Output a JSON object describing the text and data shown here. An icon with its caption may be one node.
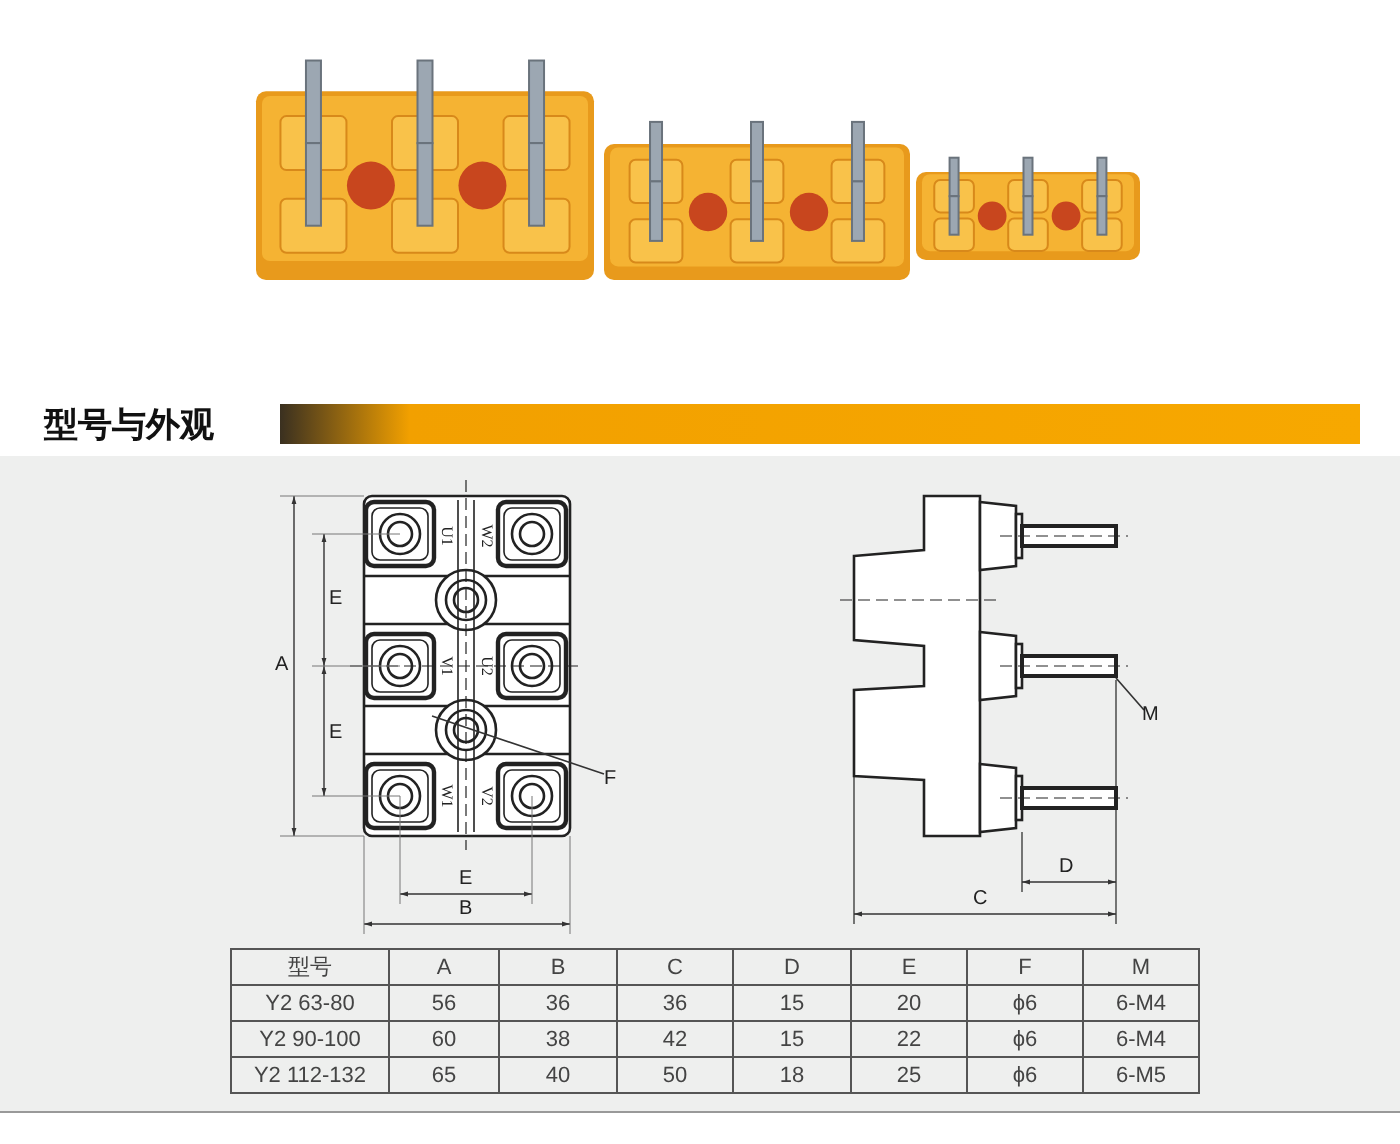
{
  "diagram": {
    "title": "型号与外观",
    "nodes": [
      {
        "text": [
          "F"
        ]
      },
      {
        "text": [
          "M"
        ]
      },
      {
        "text": [],
        "shape": "bar"
      }
    ],
    "edges": [
      {
        "from": 0,
        "to": null,
        "arrow": "none"
      },
      {
        "from": 1,
        "to": null,
        "arrow": "none"
      }
    ],
    "labels": [
      "U1",
      "W2",
      "V1",
      "U2",
      "W1",
      "V2",
      "A",
      "E",
      "E",
      "E",
      "B",
      "D",
      "C",
      "型号",
      "A",
      "B",
      "C",
      "D",
      "E",
      "F",
      "M",
      "Y2 63-80",
      "56",
      "36",
      "36",
      "15",
      "20",
      "ϕ6",
      "6-M4",
      "Y2 90-100",
      "60",
      "38",
      "42",
      "15",
      "22",
      "ϕ6",
      "6-M4",
      "Y2 112-132",
      "65",
      "40",
      "50",
      "18",
      "25",
      "ϕ6",
      "6-M5"
    ]
  }
}
